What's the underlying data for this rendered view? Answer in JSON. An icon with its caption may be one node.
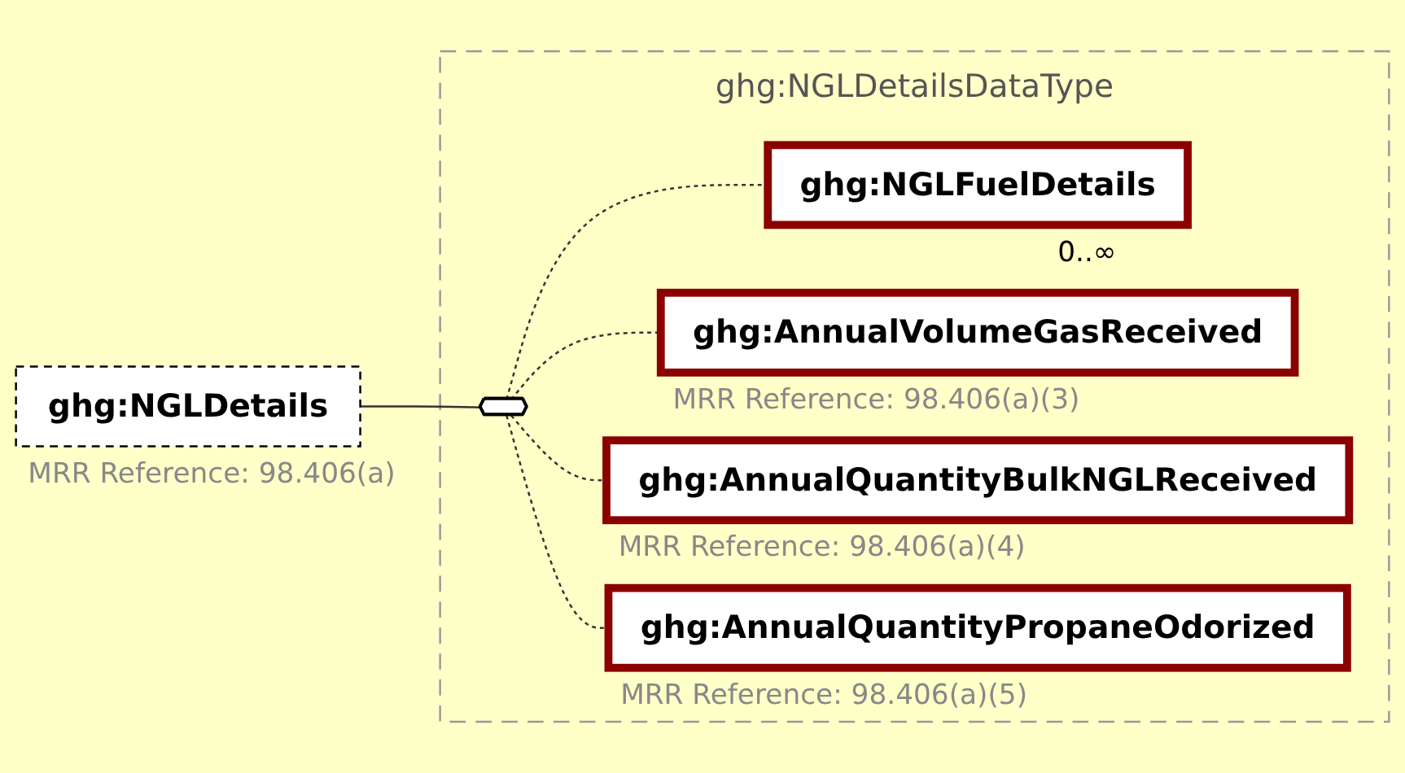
{
  "diagram": {
    "nodes": [
      {
        "text": [
          "ghg:NGLDetailsDataType"
        ]
      },
      {
        "text": [
          "ghg:NGLDetails"
        ],
        "beside": [
          "MRR Reference: 98.406(a)"
        ]
      },
      {
        "text": [],
        "shape": "octagon",
        "in": 0
      },
      {
        "text": [
          "ghg:NGLFuelDetails"
        ],
        "beside": [
          "0..∞"
        ],
        "in": 0
      },
      {
        "text": [
          "ghg:AnnualVolumeGasReceived"
        ],
        "beside": [
          "MRR Reference: 98.406(a)(3)"
        ],
        "in": 0
      },
      {
        "text": [
          "ghg:AnnualQuantityBulkNGLReceived"
        ],
        "beside": [
          "MRR Reference: 98.406(a)(4)"
        ],
        "in": 0
      },
      {
        "text": [
          "ghg:AnnualQuantityPropaneOdorized"
        ],
        "beside": [
          "MRR Reference: 98.406(a)(5)"
        ],
        "in": 0
      }
    ],
    "edges": [
      {
        "from": 1,
        "to": 2,
        "arrow": "none"
      },
      {
        "from": 2,
        "to": 3,
        "arrow": "none",
        "style": "dashed"
      },
      {
        "from": 2,
        "to": 4,
        "arrow": "none",
        "style": "dashed"
      },
      {
        "from": 2,
        "to": 5,
        "arrow": "none",
        "style": "dashed"
      },
      {
        "from": 2,
        "to": 6,
        "arrow": "none",
        "style": "dashed"
      }
    ]
  }
}
